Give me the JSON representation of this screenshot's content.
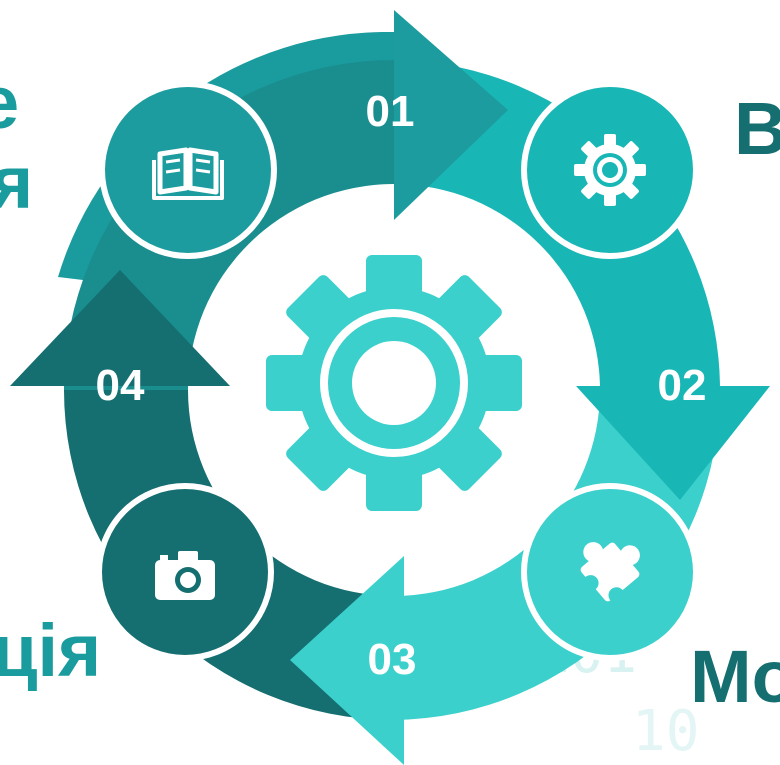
{
  "diagram": {
    "steps": [
      {
        "number": "01",
        "icon": "book-icon",
        "color": "#1c9c9f"
      },
      {
        "number": "02",
        "icon": "gear-icon",
        "color": "#19b6b6"
      },
      {
        "number": "03",
        "icon": "puzzle-icon",
        "color": "#3bd0cc"
      },
      {
        "number": "04",
        "icon": "camera-icon",
        "color": "#156e70"
      }
    ],
    "center_icon": "gear-icon"
  },
  "side_text": {
    "top_left_1": "е",
    "top_left_2": "я",
    "top_right_1": "В",
    "bottom_left": "ція",
    "bottom_right": "Мо",
    "binary_1": "101",
    "binary_2": "10"
  },
  "colors": {
    "dark_teal": "#156e70",
    "mid_teal": "#1a9b9d",
    "teal": "#19b6b6",
    "light_teal": "#3bd0cc",
    "pale": "#e6f7f7"
  }
}
